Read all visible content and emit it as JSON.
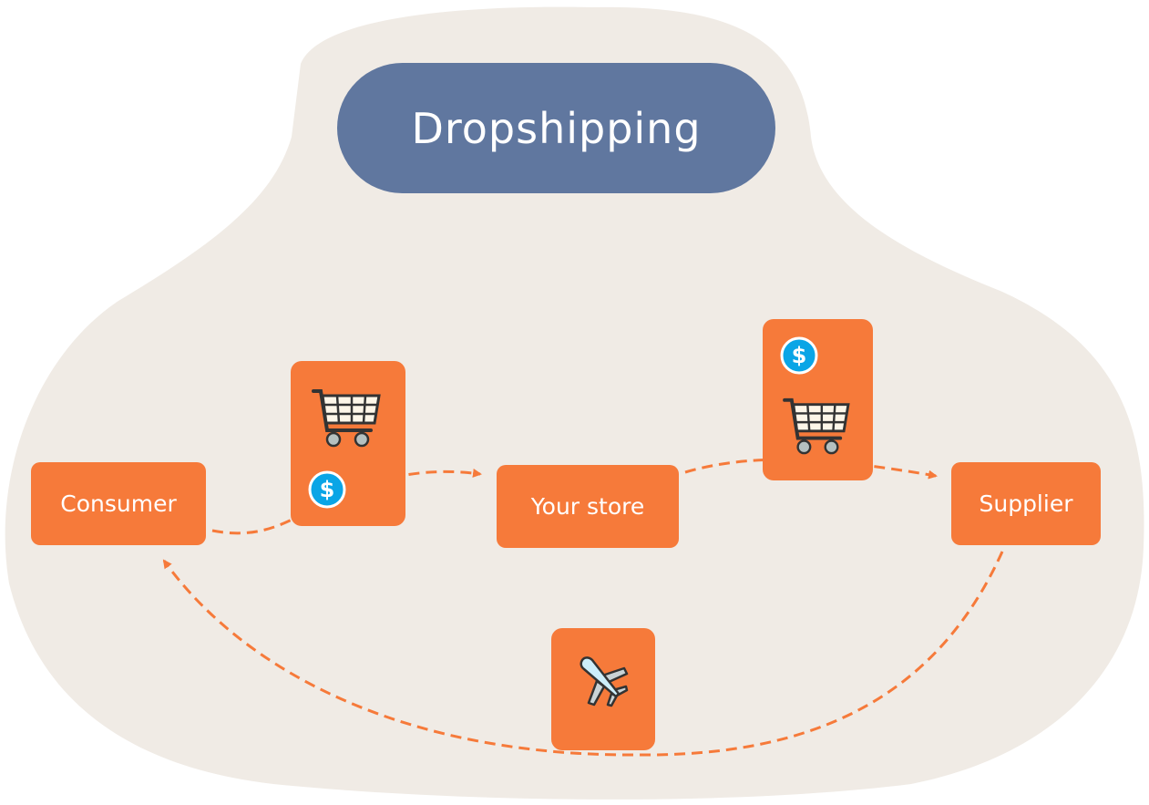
{
  "title": "Dropshipping",
  "nodes": {
    "consumer": "Consumer",
    "store": "Your store",
    "supplier": "Supplier"
  },
  "icons": {
    "order_box_1": [
      "cart-icon",
      "dollar-icon"
    ],
    "order_box_2": [
      "dollar-icon",
      "cart-icon"
    ],
    "shipping_box": [
      "airplane-icon"
    ]
  },
  "colors": {
    "background_blob": "#f0ebe5",
    "title_pill": "#60779f",
    "node": "#f67a3a",
    "arrow": "#f67a3a",
    "dollar": "#0aa5e6"
  }
}
